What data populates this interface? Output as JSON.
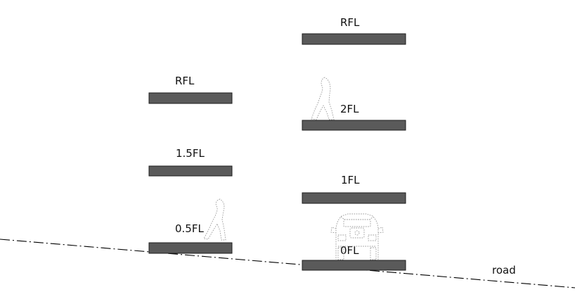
{
  "left_building": {
    "floors": [
      {
        "label": "RFL"
      },
      {
        "label": "1.5FL"
      },
      {
        "label": "0.5FL"
      }
    ]
  },
  "right_building": {
    "floors": [
      {
        "label": "RFL"
      },
      {
        "label": "2FL"
      },
      {
        "label": "1FL"
      },
      {
        "label": "0FL"
      }
    ]
  },
  "road": {
    "label": "road"
  },
  "colors": {
    "slab_fill": "#5a5a5a",
    "slab_stroke": "#1e1e1e",
    "ghost_stroke": "#9a9a9a",
    "road_line": "#000000"
  }
}
